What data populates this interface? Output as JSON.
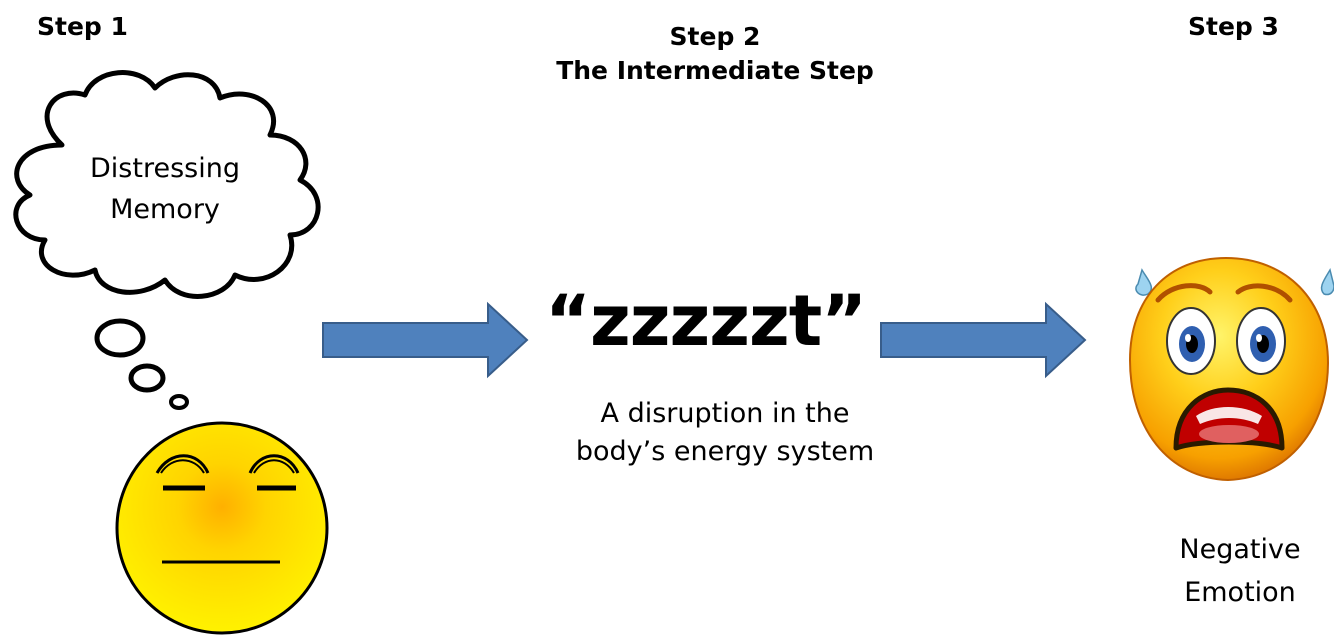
{
  "steps": {
    "step1": {
      "label": "Step 1"
    },
    "step2": {
      "label": "Step 2",
      "subtitle": "The Intermediate Step"
    },
    "step3": {
      "label": "Step 3"
    }
  },
  "thought_cloud": {
    "line1": "Distressing",
    "line2": "Memory"
  },
  "sound": {
    "text": "“zzzzzt”"
  },
  "disruption": {
    "line1": "A disruption in the",
    "line2": "body’s energy system"
  },
  "emotion": {
    "line1": "Negative",
    "line2": "Emotion"
  },
  "colors": {
    "arrow_fill": "#4F81BD",
    "arrow_stroke": "#385D8A",
    "calm_face": "#FFE400",
    "scared_face": "#FFC000",
    "scared_mouth": "#C00000",
    "tear": "#9DD3F0"
  },
  "icons": {
    "calm_face": "calm-face-icon",
    "scared_face": "scared-face-icon",
    "arrow": "right-arrow-icon"
  }
}
